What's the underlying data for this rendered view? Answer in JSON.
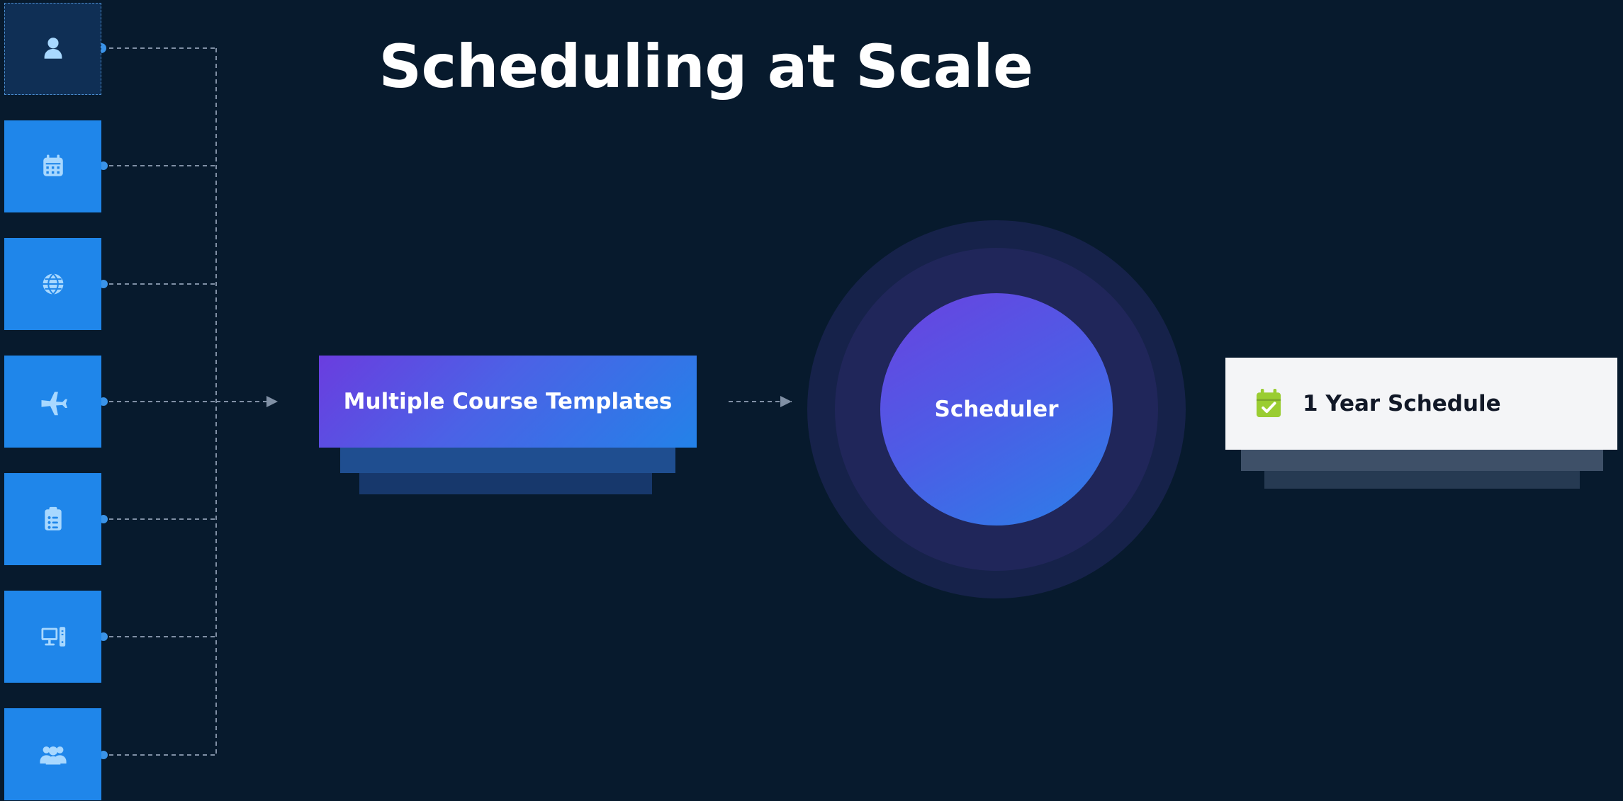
{
  "title": "Scheduling at Scale",
  "inputs": [
    {
      "icon": "person-icon",
      "selected": true
    },
    {
      "icon": "calendar-icon"
    },
    {
      "icon": "globe-icon"
    },
    {
      "icon": "airplane-icon"
    },
    {
      "icon": "clipboard-list-icon"
    },
    {
      "icon": "desktop-computer-icon"
    },
    {
      "icon": "people-group-icon"
    }
  ],
  "template": {
    "label": "Multiple Course Templates"
  },
  "scheduler": {
    "label": "Scheduler"
  },
  "output": {
    "icon": "calendar-check-icon",
    "label": "1 Year Schedule"
  },
  "colors": {
    "background": "#071a2d",
    "tile": "#1f86ea",
    "selected_tile": "#0f2f55",
    "icon": "#a8d8ff",
    "gradient_start": "#6a3ddf",
    "gradient_end": "#2382e8",
    "output_card": "#f4f5f7",
    "check_icon": "#9acd32",
    "connector": "#8090a5"
  }
}
